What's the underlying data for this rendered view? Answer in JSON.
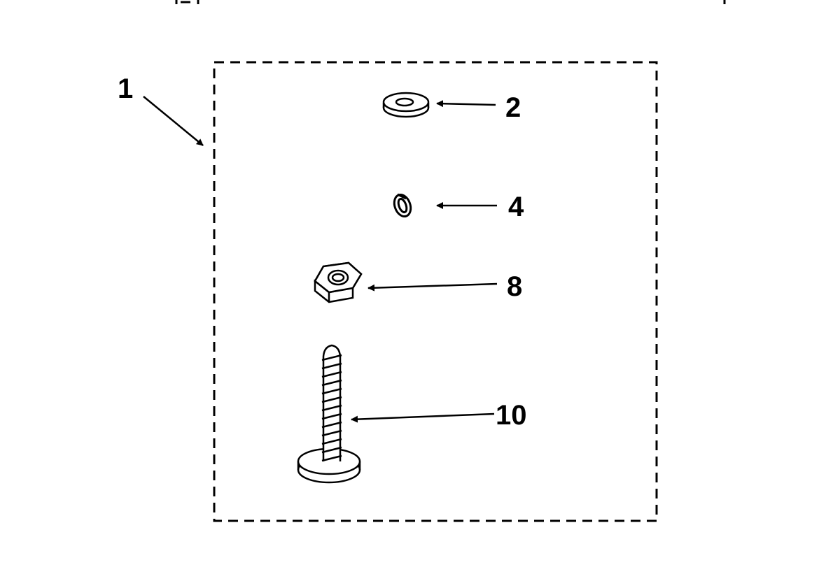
{
  "callouts": {
    "kit": "1",
    "washer": "2",
    "lock_washer": "4",
    "hex_nut": "8",
    "screw": "10"
  },
  "colors": {
    "line": "#000000",
    "background": "#ffffff"
  }
}
